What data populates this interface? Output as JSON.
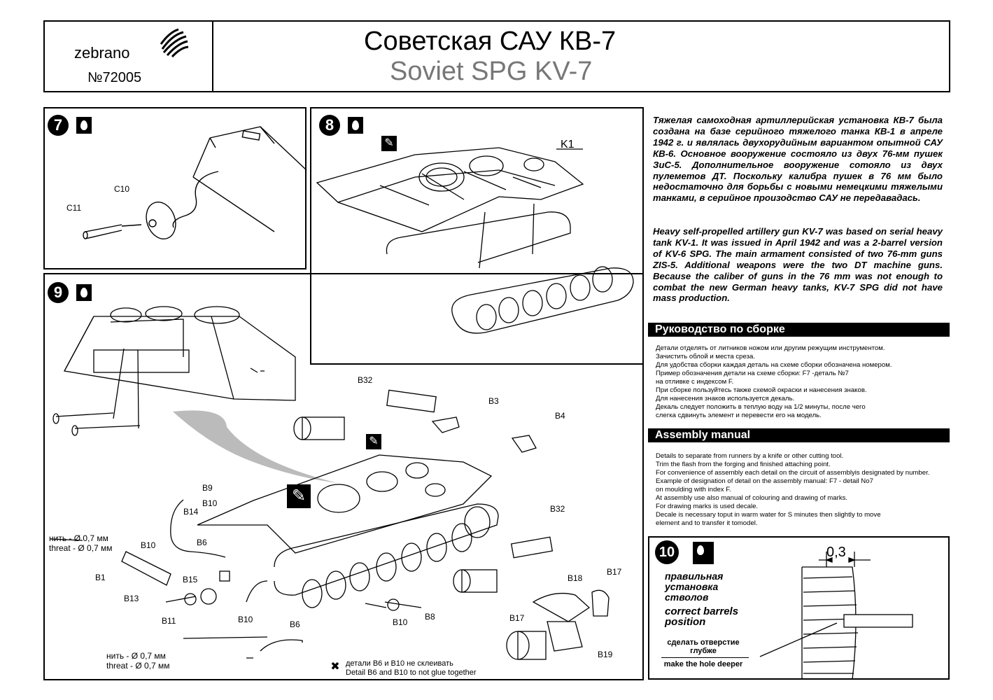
{
  "header": {
    "brand": "zebrano",
    "catalog_number": "№72005",
    "title_ru": "Советская САУ КВ-7",
    "title_en": "Soviet SPG KV-7"
  },
  "steps": {
    "step7": {
      "number": "7",
      "labels": {
        "c10": "C10",
        "c11": "C11"
      }
    },
    "step8": {
      "number": "8",
      "labels": {
        "k1": "K1"
      }
    },
    "step9": {
      "number": "9",
      "labels": {
        "b32a": "B32",
        "b3": "B3",
        "b4": "B4",
        "b9": "B9",
        "b10a": "B10",
        "b14": "B14",
        "b10b": "B10",
        "b6a": "B6",
        "b1": "B1",
        "b15": "B15",
        "b32b": "B32",
        "b18": "B18",
        "b17a": "B17",
        "b13": "B13",
        "b11": "B11",
        "b10c": "B10",
        "b6b": "B6",
        "b8": "B8",
        "b10d": "B10",
        "b17b": "B17",
        "b19": "B19"
      },
      "thread1_ru": "нить - Ø 0,7 мм",
      "thread1_en": "threat - Ø 0,7 мм",
      "thread2_ru": "нить - Ø 0,7 мм",
      "thread2_en": "threat - Ø 0,7 мм",
      "note_ru": "детали  В6  и  В10  не склеивать",
      "note_en": "Detail B6 and B10 to not glue together"
    },
    "step10": {
      "number": "10",
      "dimension": "0,3",
      "correct_ru": "правильная установка стволов",
      "correct_en": "correct  barrels position",
      "hole_ru": "сделать отверстие глубже",
      "hole_en": "make the hole deeper"
    }
  },
  "description": {
    "ru": "Тяжелая самоходная артиллерийская установка КВ-7 была создана на базе серийного тяжелого танка КВ-1 в апреле 1942 г. и являлась двухорудийным вариантом опытной САУ КВ-6. Основное вооружение состояло из двух 76-мм пушек ЗиС-5. Дополнительное вооружение сотояло из двух пулеметов ДТ. Поскольку калибра пушек в 76 мм было недостаточно для борьбы с новыми немецкими тяжелыми танками, в серийное произодство САУ не передавадась.",
    "en": "Heavy self-propelled artillery gun KV-7 was based on serial heavy tank KV-1. It was issued in April 1942 and was a 2-barrel version of KV-6 SPG. The main armament consisted of two 76-mm guns ZIS-5. Additional weapons were the two DT machine guns. Because the caliber of guns in the 76 mm was not enough to combat the new German heavy tanks, KV-7 SPG did not have mass production."
  },
  "manual_ru": {
    "heading": "Руководство по сборке",
    "lines": [
      "Детали  отделять от литников ножом или  другим режущим инструментом.",
      "Зачистить облой и  места среза.",
      "Для удобства сборки  каждая деталь на схеме сборки  обозначена номером.",
      "Пример обозначения детали  на схеме сборки: F7 -деталь №7",
      "на отливке с  индексом F.",
      "При  сборке пользуйтесь также схемой окраски  и  нанесения знаков.",
      "Для нанесения знаков используется декаль.",
      "Декаль следует положить в теплую воду на 1/2  минуты, после чего",
      "слегка сдвинуть элемент и  перевести  его на модель."
    ]
  },
  "manual_en": {
    "heading": "Assembly manual",
    "lines": [
      "Details to separate from runners  by a knife or  other  cutting tool.",
      "Trim the flash from the forging and finished attaching point.",
      "For convenience of assembly each detail on the circuit of assemblyis designated by number.",
      "Example of designation of detail on the assembly manual: F7 - detail No7",
      "on moulding  with index F.",
      "At assembly use also manual of colouring and drawing of marks.",
      "For drawing marks is used decale.",
      "Decale is necessary toput in warm water for S minutes then slightly to move",
      "element and to transfer  it tomodel."
    ]
  }
}
